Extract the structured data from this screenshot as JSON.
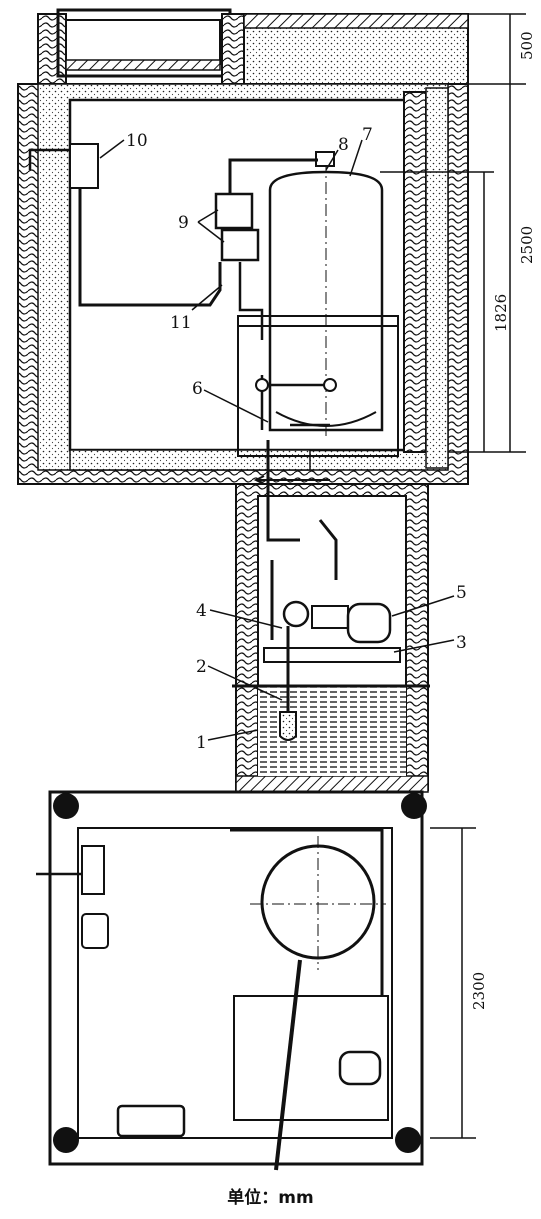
{
  "labels": {
    "n1": "1",
    "n2": "2",
    "n3": "3",
    "n4": "4",
    "n5": "5",
    "n6": "6",
    "n7": "7",
    "n8": "8",
    "n9": "9",
    "n10": "10",
    "n11": "11"
  },
  "dimensions": {
    "d500": "500",
    "d2500": "2500",
    "d1826": "1826",
    "d2300": "2300"
  },
  "unit_note": "单位：mm"
}
